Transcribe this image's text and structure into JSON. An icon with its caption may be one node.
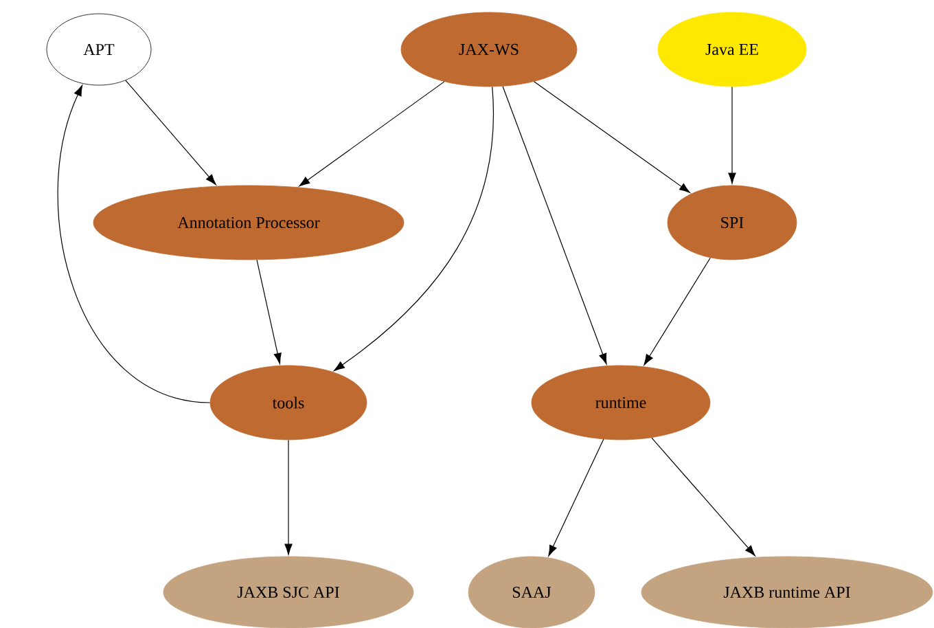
{
  "diagram": {
    "nodes": [
      {
        "text": [
          "APT"
        ]
      },
      {
        "text": [
          "JAX-WS"
        ]
      },
      {
        "text": [
          "Java EE"
        ]
      },
      {
        "text": [
          "Annotation Processor"
        ]
      },
      {
        "text": [
          "SPI"
        ]
      },
      {
        "text": [
          "tools"
        ]
      },
      {
        "text": [
          "runtime"
        ]
      },
      {
        "text": [
          "JAXB SJC API"
        ]
      },
      {
        "text": [
          "SAAJ"
        ]
      },
      {
        "text": [
          "JAXB runtime API"
        ]
      }
    ],
    "edges": [
      {
        "from": 0,
        "to": 3,
        "arrow": "to"
      },
      {
        "from": 1,
        "to": 3,
        "arrow": "to"
      },
      {
        "from": 1,
        "to": 5,
        "arrow": "to"
      },
      {
        "from": 1,
        "to": 6,
        "arrow": "to"
      },
      {
        "from": 1,
        "to": 4,
        "arrow": "to"
      },
      {
        "from": 2,
        "to": 4,
        "arrow": "to"
      },
      {
        "from": 3,
        "to": 5,
        "arrow": "to"
      },
      {
        "from": 4,
        "to": 6,
        "arrow": "to"
      },
      {
        "from": 5,
        "to": 0,
        "arrow": "to"
      },
      {
        "from": 5,
        "to": 7,
        "arrow": "to"
      },
      {
        "from": 6,
        "to": 8,
        "arrow": "to"
      },
      {
        "from": 6,
        "to": 9,
        "arrow": "to"
      }
    ]
  }
}
